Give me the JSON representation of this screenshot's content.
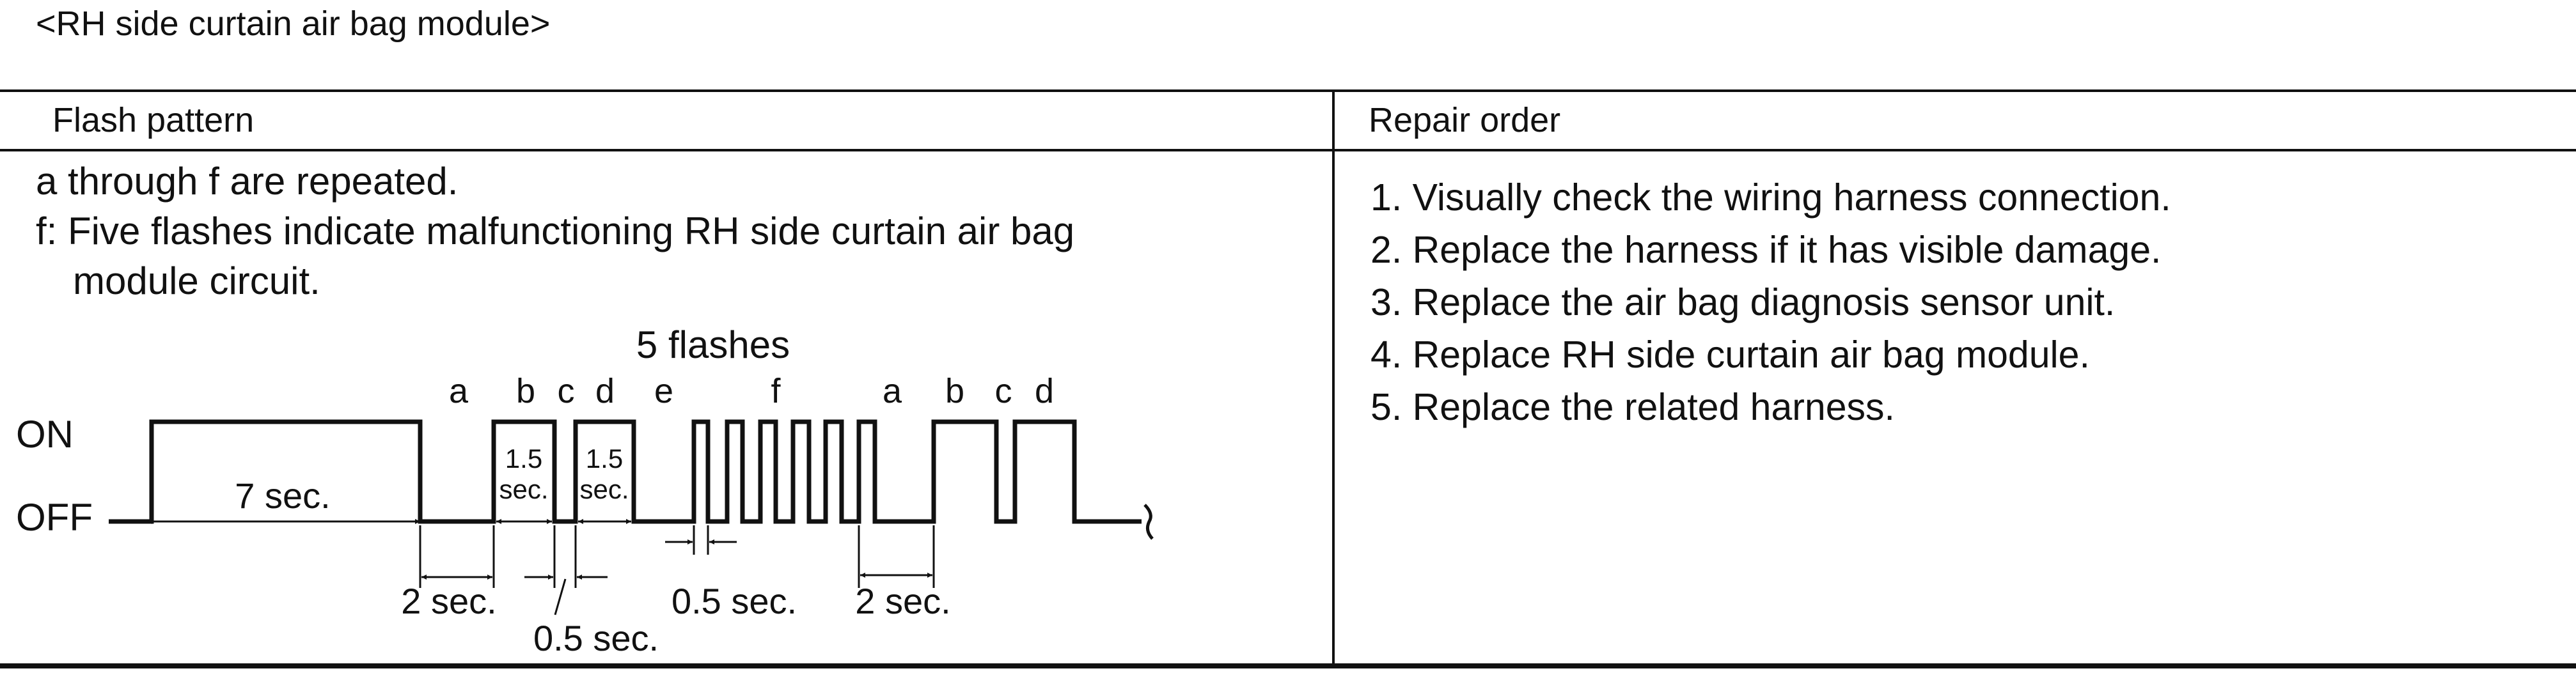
{
  "section_title": "<RH side curtain air bag module>",
  "table": {
    "col1_header": "Flash pattern",
    "col2_header": "Repair order"
  },
  "flash_pattern": {
    "note_repeat": "a through f are repeated.",
    "note_f_line1": "f: Five flashes indicate malfunctioning RH side curtain air bag",
    "note_f_line2": "module circuit.",
    "diagram": {
      "flashes_label": "5 flashes",
      "on_label": "ON",
      "off_label": "OFF",
      "segment_labels": [
        "a",
        "b",
        "c",
        "d",
        "e",
        "f",
        "a",
        "b",
        "c",
        "d"
      ],
      "duration_7s": "7 sec.",
      "duration_2s_first": "2 sec.",
      "duration_05s_c": "0.5 sec.",
      "duration_05s_e": "0.5 sec.",
      "duration_2s_second": "2 sec.",
      "box_top": "1.5",
      "box_bottom": "sec."
    }
  },
  "repair_order": [
    "1. Visually check the wiring harness connection.",
    "2. Replace the harness if it has visible damage.",
    "3. Replace the air bag diagnosis sensor unit.",
    "4. Replace RH side curtain air bag module.",
    "5. Replace the related harness."
  ]
}
